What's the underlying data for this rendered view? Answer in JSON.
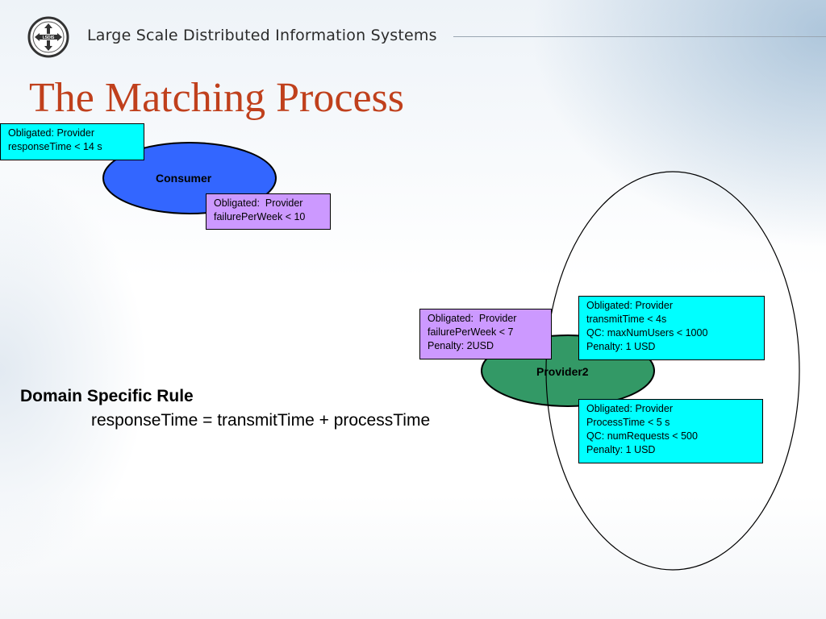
{
  "header": {
    "logo_name": "lsdis-logo",
    "logo_text": "LSDIS",
    "title": "Large Scale Distributed Information Systems"
  },
  "slide": {
    "title": "The Matching Process"
  },
  "diagram": {
    "consumer": {
      "label": "Consumer",
      "color": "#3366ff",
      "boxes": [
        {
          "lines": [
            "Obligated: Provider",
            "responseTime < 14 s"
          ],
          "color": "#00ffff"
        },
        {
          "lines": [
            "Obligated:  Provider",
            "failurePerWeek < 10"
          ],
          "color": "#cc99ff"
        }
      ]
    },
    "provider": {
      "label": "Provider2",
      "color": "#339966",
      "boxes": [
        {
          "lines": [
            "Obligated:  Provider",
            "failurePerWeek < 7",
            "Penalty: 2USD"
          ],
          "color": "#cc99ff"
        },
        {
          "lines": [
            "Obligated: Provider",
            "transmitTime < 4s",
            "QC: maxNumUsers < 1000",
            "Penalty: 1 USD"
          ],
          "color": "#00ffff"
        },
        {
          "lines": [
            "Obligated: Provider",
            "ProcessTime < 5 s",
            "QC: numRequests < 500",
            "Penalty: 1 USD"
          ],
          "color": "#00ffff"
        }
      ]
    }
  },
  "rule": {
    "title": "Domain Specific Rule",
    "formula": "responseTime = transmitTime + processTime"
  }
}
